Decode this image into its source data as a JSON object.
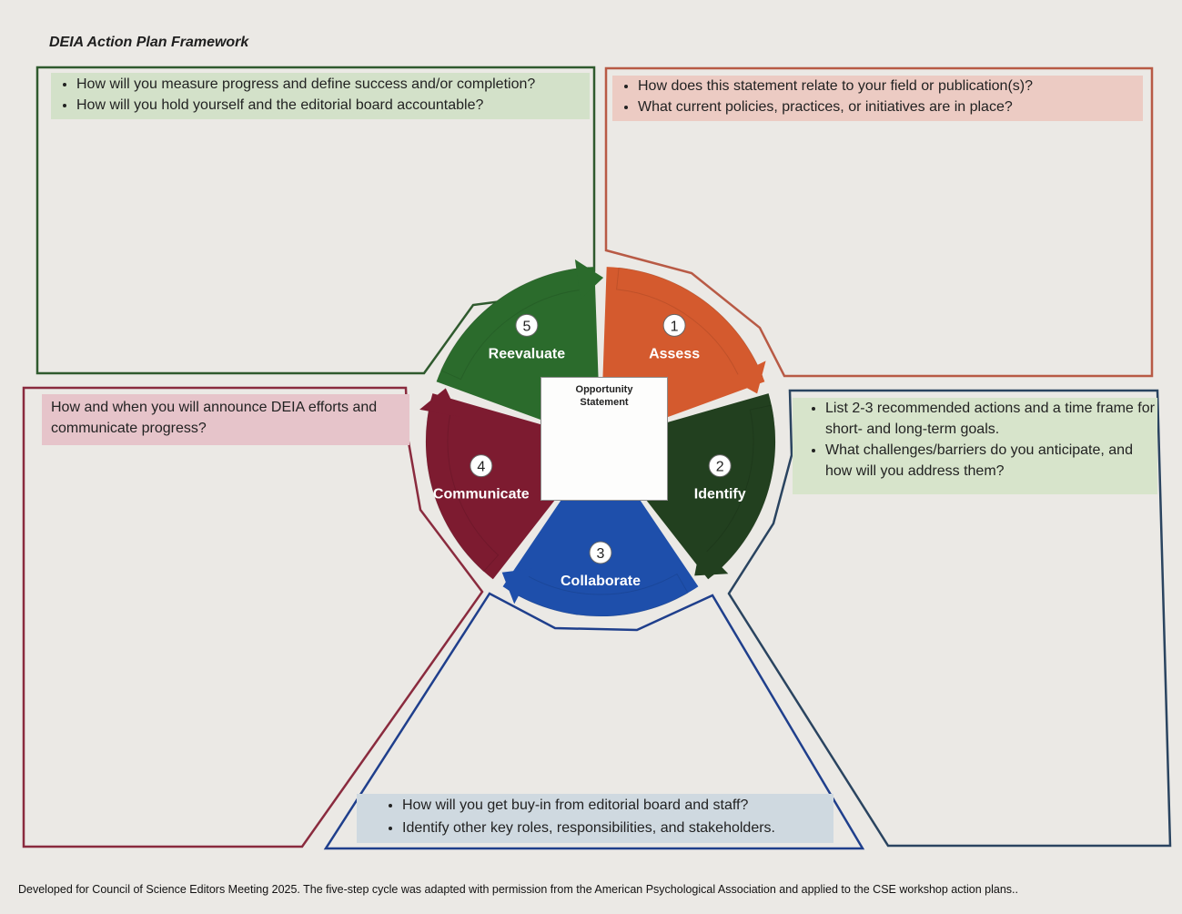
{
  "header": {
    "title": "DEIA Action Plan Framework"
  },
  "colors": {
    "assess": "#d45a2e",
    "identify": "#22401f",
    "collaborate": "#1e4fab",
    "communicate": "#7d1b30",
    "reevaluate": "#2b6b2c",
    "ring_dark": "#11311a"
  },
  "cycle": {
    "steps": [
      {
        "number": "1",
        "label": "Assess"
      },
      {
        "number": "2",
        "label": "Identify"
      },
      {
        "number": "3",
        "label": "Collaborate"
      },
      {
        "number": "4",
        "label": "Communicate"
      },
      {
        "number": "5",
        "label": "Reevaluate"
      }
    ],
    "center": {
      "label": "Opportunity Statement"
    }
  },
  "prompts": {
    "reevaluate": [
      "How will you measure progress and define success and/or completion?",
      "How will you hold yourself and the editorial board accountable?"
    ],
    "assess": [
      "How does this statement relate to your field or publication(s)?",
      "What current policies, practices, or initiatives are in place?"
    ],
    "identify": [
      "List 2-3 recommended actions and a time frame for short- and long-term goals.",
      "What challenges/barriers do you anticipate, and how will you address them?"
    ],
    "communicate": "How and when you will announce DEIA efforts and communicate progress?",
    "collaborate": [
      "How will you get buy-in from editorial board and staff?",
      "Identify other key roles, responsibilities, and stakeholders."
    ]
  },
  "footer": {
    "text": "Developed for Council of Science Editors Meeting 2025. The five-step cycle was adapted with permission from the American Psychological Association and applied to the CSE workshop action plans.."
  }
}
